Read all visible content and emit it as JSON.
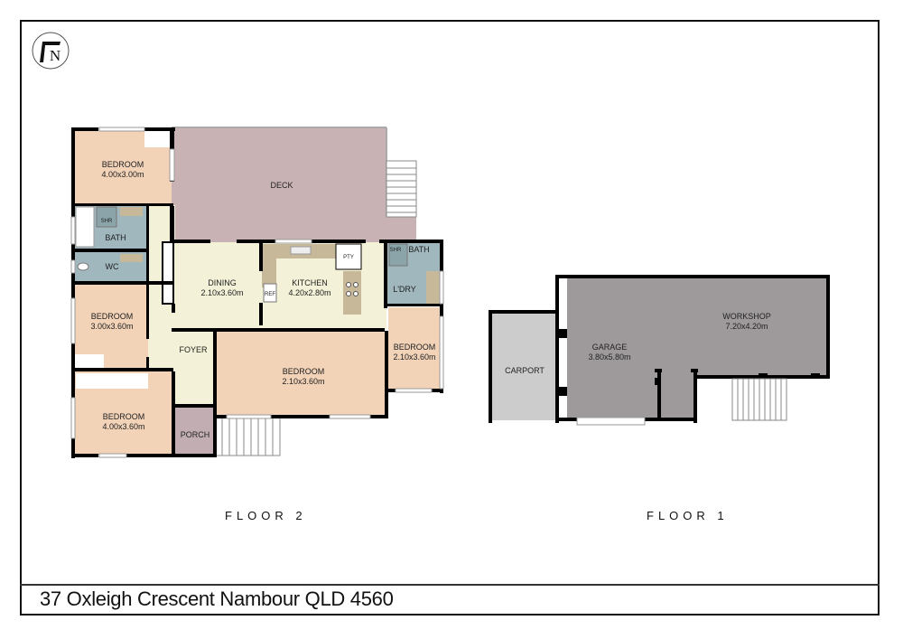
{
  "compass": {
    "label": "N",
    "icon": "north-arrow-icon"
  },
  "address": "37 Oxleigh Crescent Nambour QLD 4560",
  "colors": {
    "bedroom": "#f2d3b8",
    "living": "#f3f2d8",
    "wet": "#9fb7bd",
    "deck": "#c9b2b4",
    "porch": "#c2aeb2",
    "garage": "#9e9a9b",
    "carport": "#cccccc",
    "bench": "#c8b89a",
    "wall": "#000000"
  },
  "floors": [
    {
      "label": "FLOOR 2",
      "rooms": [
        {
          "name": "BEDROOM",
          "dims": "4.00x3.00m"
        },
        {
          "name": "DECK",
          "dims": ""
        },
        {
          "name": "SHR",
          "dims": ""
        },
        {
          "name": "BATH",
          "dims": ""
        },
        {
          "name": "WC",
          "dims": ""
        },
        {
          "name": "DINING",
          "dims": "2.10x3.60m"
        },
        {
          "name": "KITCHEN",
          "dims": "4.20x2.80m"
        },
        {
          "name": "PTY",
          "dims": ""
        },
        {
          "name": "REF",
          "dims": ""
        },
        {
          "name": "SHR",
          "dims": ""
        },
        {
          "name": "BATH",
          "dims": ""
        },
        {
          "name": "L'DRY",
          "dims": ""
        },
        {
          "name": "BEDROOM",
          "dims": "3.00x3.60m"
        },
        {
          "name": "FOYER",
          "dims": ""
        },
        {
          "name": "BEDROOM",
          "dims": "2.10x3.60m"
        },
        {
          "name": "BEDROOM",
          "dims": "2.10x3.60m"
        },
        {
          "name": "BEDROOM",
          "dims": "4.00x3.60m"
        },
        {
          "name": "PORCH",
          "dims": ""
        }
      ]
    },
    {
      "label": "FLOOR 1",
      "rooms": [
        {
          "name": "WORKSHOP",
          "dims": "7.20x4.20m"
        },
        {
          "name": "GARAGE",
          "dims": "3.80x5.80m"
        },
        {
          "name": "CARPORT",
          "dims": ""
        }
      ]
    }
  ]
}
